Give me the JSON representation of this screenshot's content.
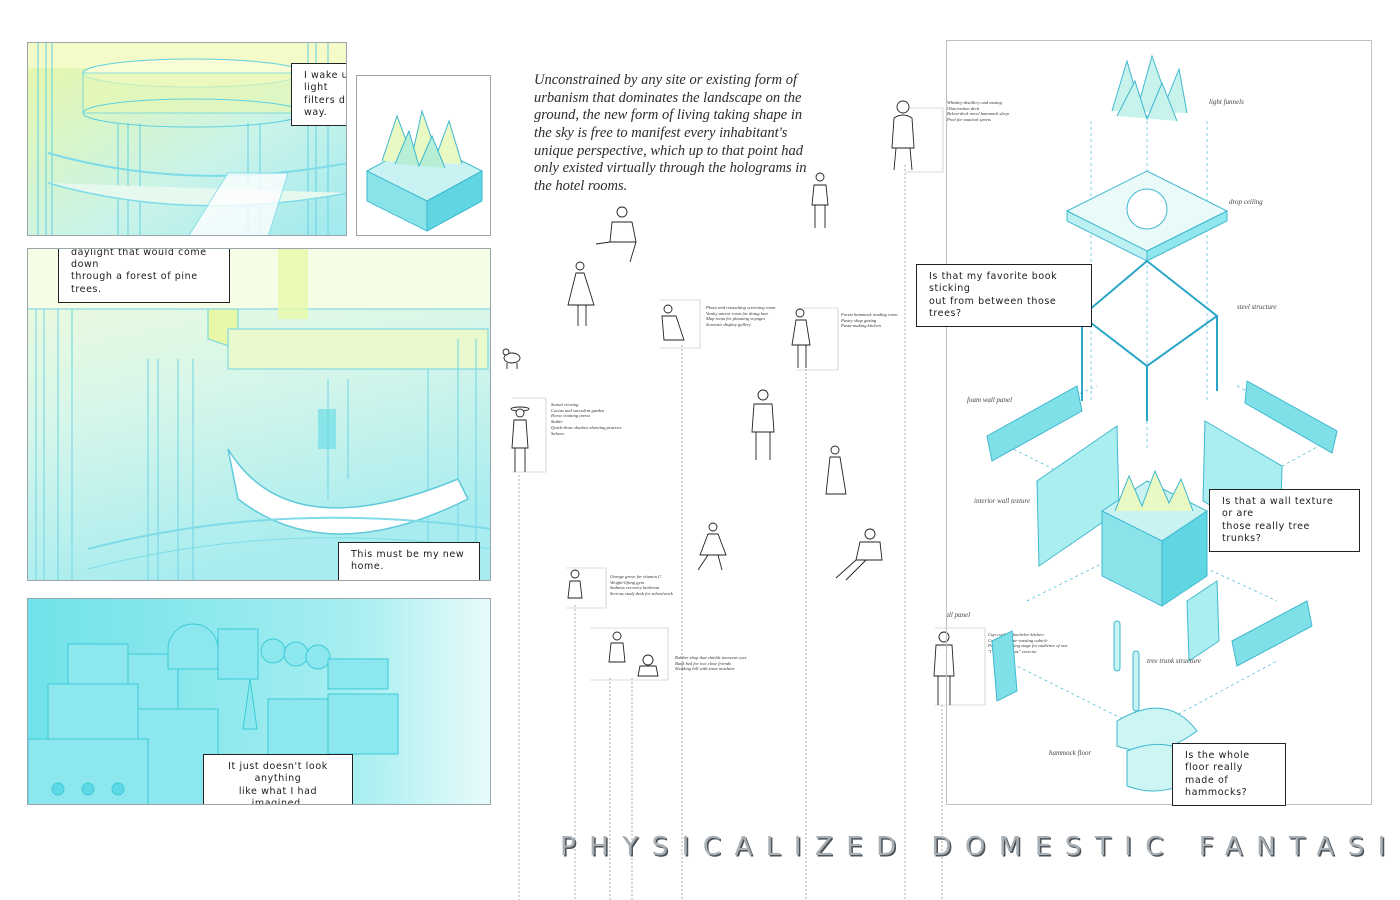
{
  "comic": {
    "captions": [
      "I wake up in my room. The light\nfilters down in a beautiful way.",
      "In fact, the light looks just like\ndaylight that would come down\nthrough a forest of pine trees.",
      "This must be my new home.",
      "It just doesn't look anything\nlike what I had imagined."
    ]
  },
  "intro_text": "Unconstrained by any site or existing form of urbanism that dominates the landscape on the ground, the new form of living taking shape in the sky is free to manifest every inhabitant's unique perspective, which up to that point had only existed virtually through the holograms in the hotel rooms.",
  "inhabitant_notes": [
    {
      "lines": [
        "Whiskey-distillery and tasting",
        "Observation deck",
        "Below-deck novel hammock sleep",
        "Pool for nautical sports"
      ]
    },
    {
      "lines": [
        "Photo and retouching screening room",
        "Vanity mirror room for doing hair",
        "Map room for planning voyages",
        "Souvenir display gallery"
      ]
    },
    {
      "lines": [
        "Forest hammock reading room",
        "Pastry shop gazing",
        "Pasta-making kitchen"
      ]
    },
    {
      "lines": [
        "Sunset viewing",
        "Cactus and succulent garden",
        "Horse training arena",
        "Stable",
        "Quick-draw shadow-shooting practice",
        "Saloon"
      ]
    },
    {
      "lines": [
        "Orange grove for vitamin C",
        "Weight-lifting gym",
        "Sadness recovery bedroom",
        "Serious study desk for schoolwork"
      ]
    },
    {
      "lines": [
        "Rubber shop that shields innocent eyes",
        "Bunk bed for two close friends",
        "Sledding hill with snow machine"
      ]
    },
    {
      "lines": [
        "Cup-cooking bachelor kitchen",
        "Corporate, time-wasting cubicle",
        "Party performing stage for audience of one",
        "\"I'm such a klutz\" exercise"
      ]
    }
  ],
  "exploded_axon": {
    "labels": [
      "light funnels",
      "drop ceiling",
      "steel structure",
      "foam wall panel",
      "interior wall texture",
      "foam wall panel",
      "tree trunk structure",
      "hammock floor"
    ]
  },
  "questions": [
    "Is that my favorite book sticking\nout from between those trees?",
    "Is that a wall texture or are\nthose really tree trunks?",
    "Is the whole floor really\nmade of hammocks?"
  ],
  "title": "PHYSICALIZED DOMESTIC FANTASIES",
  "colors": {
    "cyan": "#5ee0e8",
    "aqua_light": "#c9f4f2",
    "lime": "#e7f7a6",
    "line": "#4ab8d8"
  }
}
